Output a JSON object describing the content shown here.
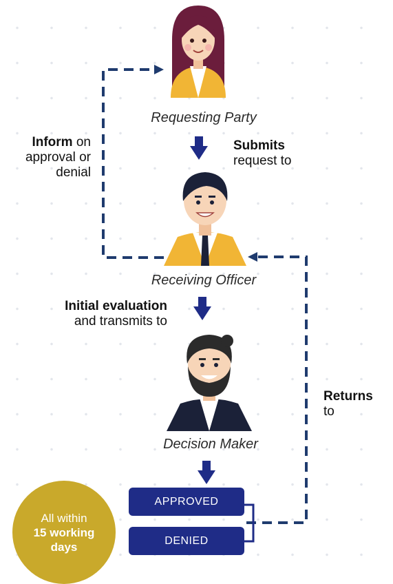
{
  "roles": {
    "requesting_party": "Requesting Party",
    "receiving_officer": "Receiving Officer",
    "decision_maker": "Decision Maker"
  },
  "steps": {
    "inform_bold": "Inform",
    "inform_rest": "on",
    "inform_line2": "approval or",
    "inform_line3": "denial",
    "submits_bold": "Submits",
    "submits_rest": "request to",
    "initial_bold": "Initial evaluation",
    "initial_rest": "and transmits to",
    "returns_bold": "Returns",
    "returns_rest": "to"
  },
  "outcomes": {
    "approved": "APPROVED",
    "denied": "DENIED"
  },
  "badge": {
    "line1": "All within",
    "line2": "15 working",
    "line3": "days"
  },
  "colors": {
    "navy": "#1f2c87",
    "arrow": "#1f3b6e",
    "gold": "#c9a92b",
    "jacket_yellow": "#f1b535",
    "skin": "#f7d5b8",
    "hair_woman": "#6b1d3c",
    "hair_man": "#1b2138"
  }
}
